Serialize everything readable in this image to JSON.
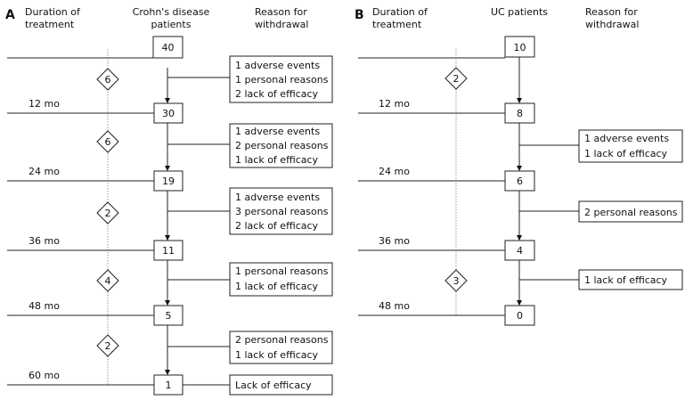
{
  "panel_a": {
    "letter": "A",
    "headers": {
      "duration_line1": "Duration of",
      "duration_line2": "treatment",
      "patients_line1": "Crohn's disease",
      "patients_line2": "patients",
      "reason_line1": "Reason for",
      "reason_line2": "withdrawal"
    },
    "counts": [
      "40",
      "30",
      "19",
      "11",
      "5",
      "1"
    ],
    "timepoints": [
      "12 mo",
      "24 mo",
      "36 mo",
      "48 mo",
      "60 mo"
    ],
    "diamonds": [
      "6",
      "6",
      "2",
      "4",
      "2"
    ],
    "reasons": [
      [
        "1 adverse events",
        "1 personal reasons",
        "2 lack of efficacy"
      ],
      [
        "1 adverse events",
        "2 personal reasons",
        "1 lack of efficacy"
      ],
      [
        "1 adverse events",
        "3 personal reasons",
        "2 lack of efficacy"
      ],
      [
        "1 personal reasons",
        "1 lack of efficacy"
      ],
      [
        "2 personal reasons",
        "1 lack of efficacy"
      ],
      [
        "Lack of efficacy"
      ]
    ]
  },
  "panel_b": {
    "letter": "B",
    "headers": {
      "duration_line1": "Duration of",
      "duration_line2": "treatment",
      "patients_line1": "UC patients",
      "reason_line1": "Reason for",
      "reason_line2": "withdrawal"
    },
    "counts": [
      "10",
      "8",
      "6",
      "4",
      "0"
    ],
    "timepoints": [
      "12 mo",
      "24 mo",
      "36 mo",
      "48 mo"
    ],
    "diamonds": [
      "2",
      "3"
    ],
    "reasons": [
      [
        "1 adverse events",
        "1 lack of efficacy"
      ],
      [
        "2 personal reasons"
      ],
      [
        "1 lack of efficacy"
      ]
    ]
  }
}
